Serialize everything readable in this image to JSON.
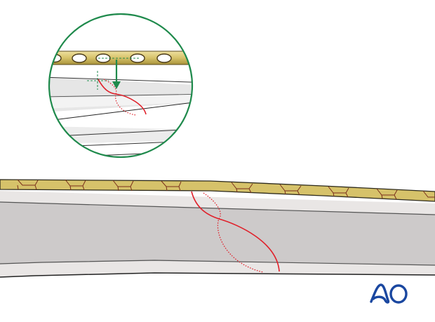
{
  "illustration": {
    "subject": "plate fixation over oblique bone fracture",
    "colors": {
      "plate_fill": "#d6c26a",
      "plate_edge": "#3b3320",
      "plate_hole_outline": "#7a2f1c",
      "bone_outer": "#e9e6e5",
      "bone_inner": "#cdcaca",
      "bone_outline": "#2a2a2a",
      "fracture_line": "#e0202a",
      "magnifier_circle": "#1f8a4c",
      "arrow": "#1f8a4c",
      "logo": "#1a47a0"
    },
    "inset": {
      "label": "magnified detail",
      "arrow_direction": "down",
      "plate_holes_visible": 5
    },
    "main_view": {
      "plate_holes_visible": 9
    }
  },
  "logo": {
    "text": "AO"
  }
}
